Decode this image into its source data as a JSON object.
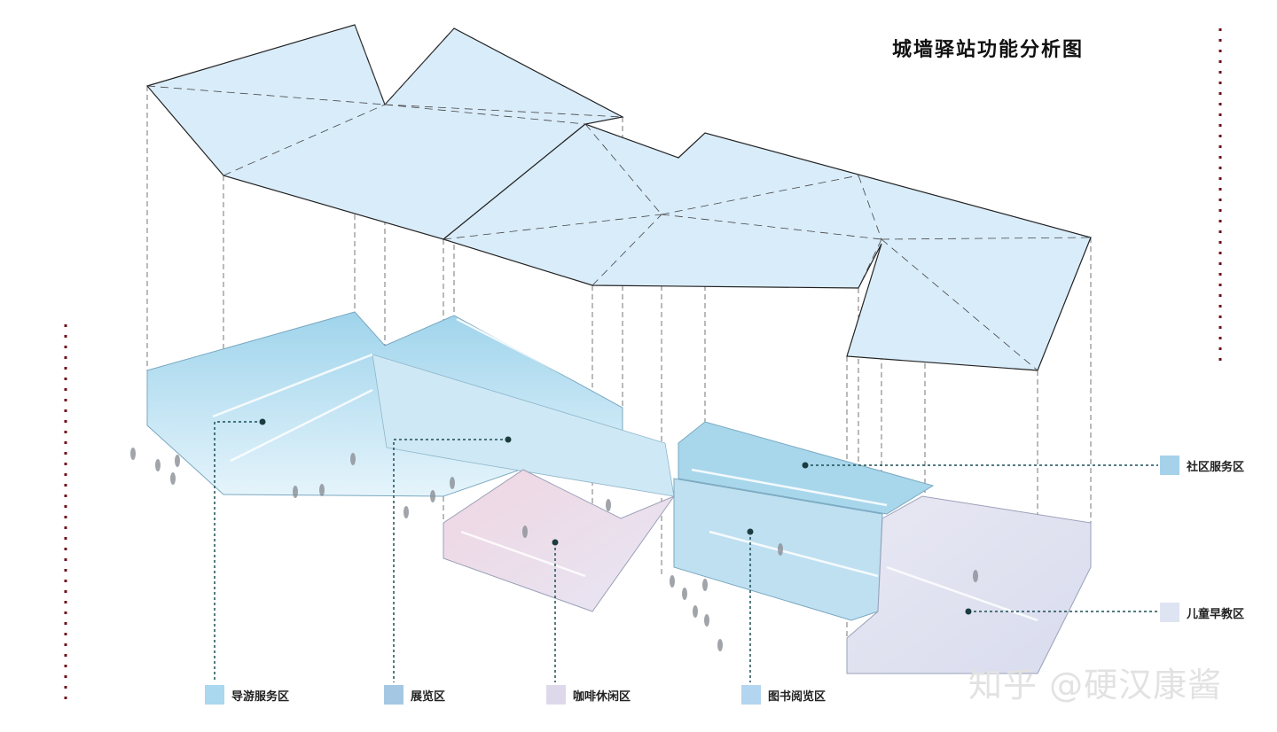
{
  "title": "城墙驿站功能分析图",
  "legend": {
    "guide": {
      "label": "导游服务区",
      "color": "#a9d8ef"
    },
    "exhibit": {
      "label": "展览区",
      "color": "#a4c8e3"
    },
    "cafe": {
      "label": "咖啡休闲区",
      "color": "#ddd9ea"
    },
    "library": {
      "label": "图书阅览区",
      "color": "#b3d5ef"
    },
    "community": {
      "label": "社区服务区",
      "color": "#a5d2ea"
    },
    "children": {
      "label": "儿童早教区",
      "color": "#dfe4f3"
    }
  },
  "watermark": "知乎 @硬汉康酱",
  "colors": {
    "roof": "#d9ecfa",
    "floor_blue": "#c2e3f2",
    "floor_pink": "#ecdde9",
    "leader": "#1c4f55",
    "dots": "#6e0f1a"
  }
}
